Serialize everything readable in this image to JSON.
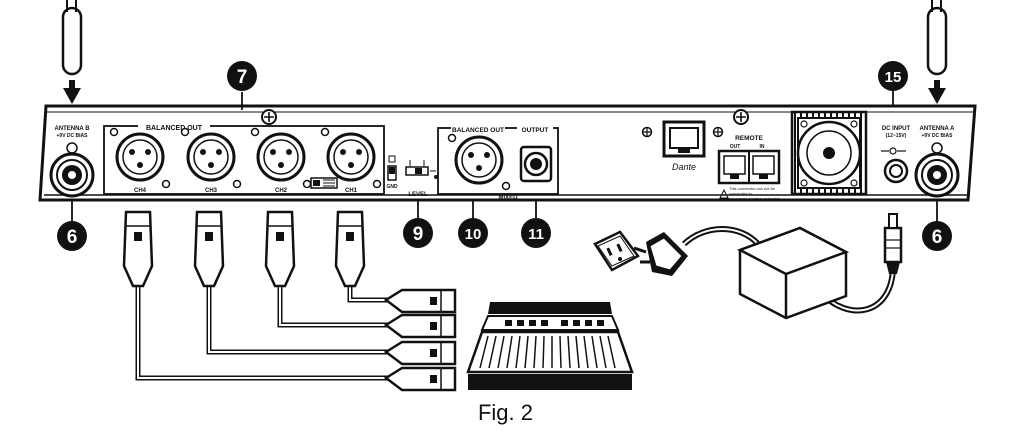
{
  "figure": {
    "caption": "Fig. 2"
  },
  "callouts": {
    "c6": "6",
    "c7": "7",
    "c9": "9",
    "c10": "10",
    "c11": "11",
    "c15": "15"
  },
  "panel": {
    "antenna_b": {
      "line1": "ANTENNA B",
      "line2": "+9V DC BIAS"
    },
    "antenna_a": {
      "line1": "ANTENNA A",
      "line2": "+9V DC BIAS"
    },
    "balanced_out": "BALANCED OUT",
    "channels": [
      "CH4",
      "CH3",
      "CH2",
      "CH1"
    ],
    "gnd": "GND",
    "level": "LEVEL",
    "mix_balanced_out": "BALANCED OUT",
    "output": "OUTPUT",
    "mixed": "MIXED",
    "dante": "Dante",
    "remote": "REMOTE",
    "remote_out": "OUT",
    "remote_in": "IN",
    "remote_warning": "This connector can not be connected to telecommunication networks.",
    "dc_input": {
      "line1": "DC INPUT",
      "line2": "(12~15V)"
    }
  }
}
